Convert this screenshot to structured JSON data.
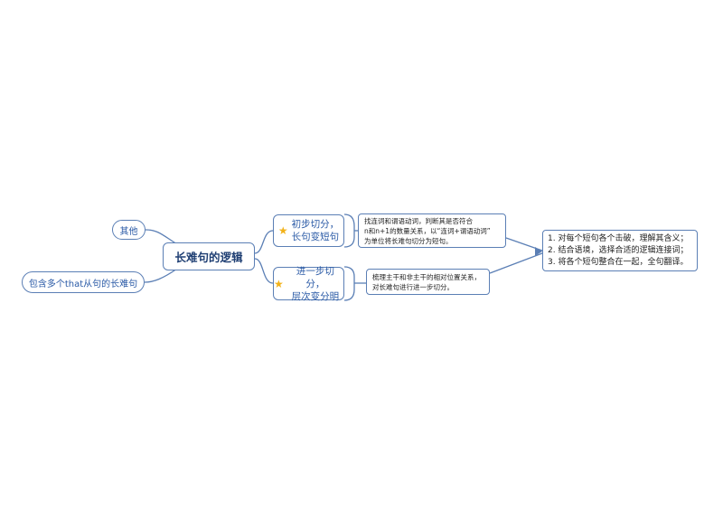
{
  "central": "长难句的逻辑",
  "left_nodes": [
    "其他",
    "包含多个that从句的长难句"
  ],
  "branches": [
    {
      "label": "初步切分，\n长句变短句",
      "icon": "star-icon",
      "note": "找连词和谓语动词，判断其是否符合\nn和n+1的数量关系，以“连词+谓语动词”\n为单位将长难句切分为短句。"
    },
    {
      "label": "进一步切分，\n层次变分明",
      "icon": "star-icon",
      "note": "梳理主干和非主干的相对位置关系，\n对长难句进行进一步切分。"
    }
  ],
  "result": [
    "1. 对每个短句各个击破，理解其含义；",
    "2. 结合语境，选择合适的逻辑连接词；",
    "3. 将各个短句整合在一起，全句翻译。"
  ],
  "colors": {
    "line": "#5b7fb5",
    "star": "#f2b21a",
    "text_blue": "#2a5aa6"
  }
}
